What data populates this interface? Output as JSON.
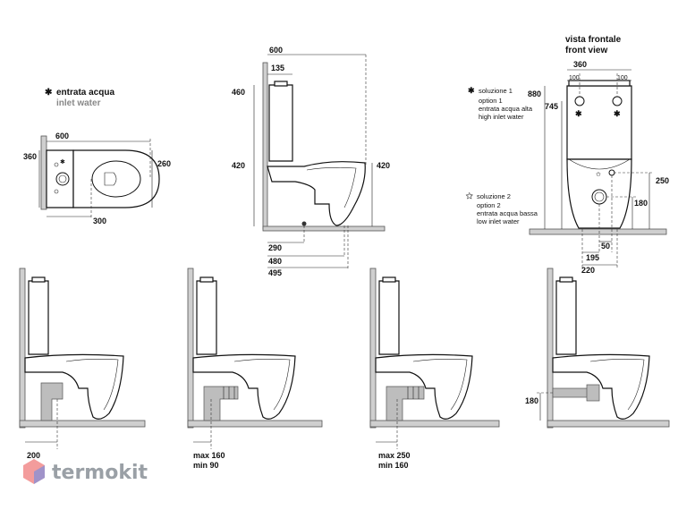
{
  "legend": {
    "title": "entrata acqua",
    "subtitle": "inlet water",
    "symbol": "✱"
  },
  "top_view": {
    "dims": {
      "d600": "600",
      "d360": "360",
      "d260": "260",
      "d300": "300"
    }
  },
  "side_view": {
    "dims": {
      "d600": "600",
      "d135": "135",
      "d460": "460",
      "d420_left": "420",
      "d420_right": "420",
      "d290": "290",
      "d480": "480",
      "d495": "495"
    }
  },
  "front_view": {
    "title": "vista frontale",
    "subtitle": "front view",
    "dims": {
      "d360": "360",
      "d100a": "100",
      "d100b": "100",
      "d880": "880",
      "d745": "745",
      "d250": "250",
      "d180": "180",
      "d50": "50",
      "d195": "195",
      "d220": "220"
    },
    "option1": {
      "symbol": "✱",
      "line1": "soluzione 1",
      "line2": "option 1",
      "line3": "entrata acqua alta",
      "line4": "high inlet water"
    },
    "option2": {
      "symbol": "✩",
      "line1": "soluzione 2",
      "line2": "option 2",
      "line3": "entrata acqua bassa",
      "line4": "low inlet water"
    }
  },
  "installations": [
    {
      "dim": "200"
    },
    {
      "dim_max": "max 160",
      "dim_min": "min   90"
    },
    {
      "dim_max": "max 250",
      "dim_min": "min  160"
    },
    {
      "dim": "180"
    }
  ],
  "brand": {
    "name": "termokit",
    "accent": "#e94b4b",
    "accent2": "#5b8def"
  }
}
